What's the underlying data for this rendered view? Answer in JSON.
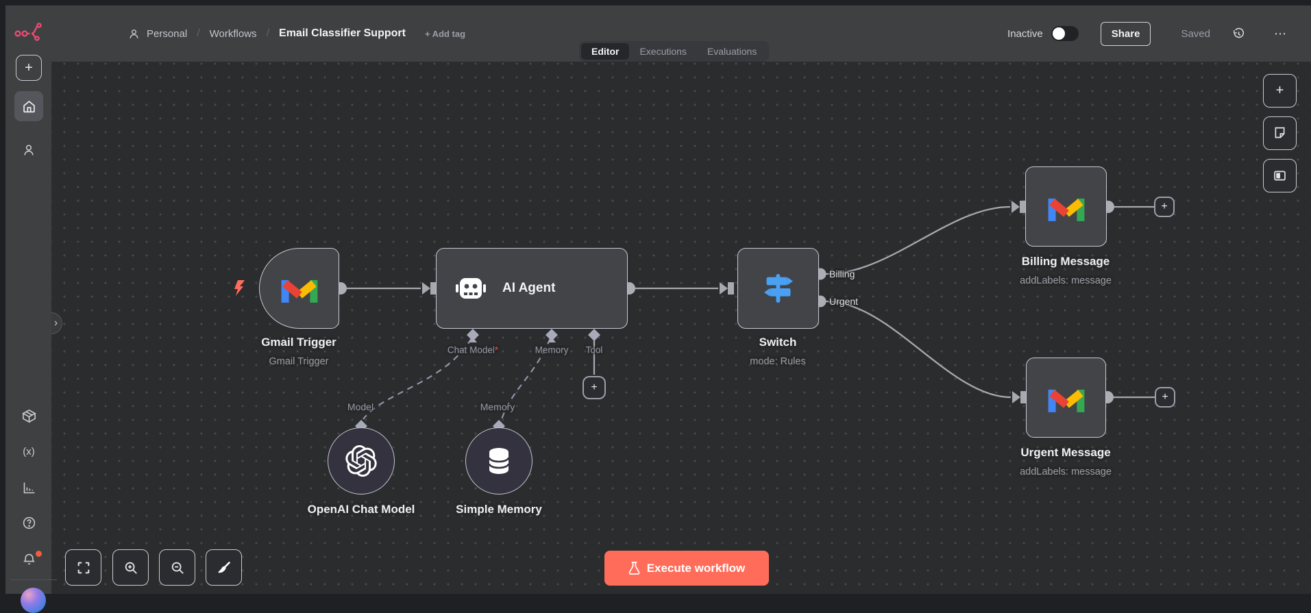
{
  "topbar": {
    "breadcrumb": {
      "project": "Personal",
      "section": "Workflows",
      "title": "Email Classifier Support"
    },
    "add_tag": "+ Add tag",
    "activation": {
      "label": "Inactive",
      "enabled": false
    },
    "share": "Share",
    "save_status": "Saved"
  },
  "tabs": {
    "editor": "Editor",
    "executions": "Executions",
    "evaluations": "Evaluations",
    "active": "Editor"
  },
  "nodes": {
    "gmail_trigger": {
      "title": "Gmail Trigger",
      "subtitle": "Gmail Trigger"
    },
    "ai_agent": {
      "title": "AI Agent",
      "required_marker": "*",
      "ports": {
        "chat_model": "Chat Model",
        "memory": "Memory",
        "tool": "Tool"
      }
    },
    "switch": {
      "title": "Switch",
      "subtitle": "mode: Rules",
      "outputs": {
        "billing": "Billing",
        "urgent": "Urgent"
      }
    },
    "billing_message": {
      "title": "Billing Message",
      "subtitle": "addLabels: message"
    },
    "urgent_message": {
      "title": "Urgent Message",
      "subtitle": "addLabels: message"
    },
    "openai_chat_model": {
      "title": "OpenAI Chat Model",
      "input_label": "Model"
    },
    "simple_memory": {
      "title": "Simple Memory",
      "input_label": "Memory"
    }
  },
  "controls": {
    "execute": "Execute workflow"
  },
  "glyphs": {
    "plus": "+",
    "variables": "(x)",
    "question": "?",
    "chevron_right": "›",
    "more": "⋯",
    "separator": "/"
  },
  "colors": {
    "accent": "#ff6d5a",
    "brand": "#ea4b71",
    "node_blue": "#4aa0f2",
    "canvas": "#2b2c2e",
    "chrome": "#3e4042"
  }
}
